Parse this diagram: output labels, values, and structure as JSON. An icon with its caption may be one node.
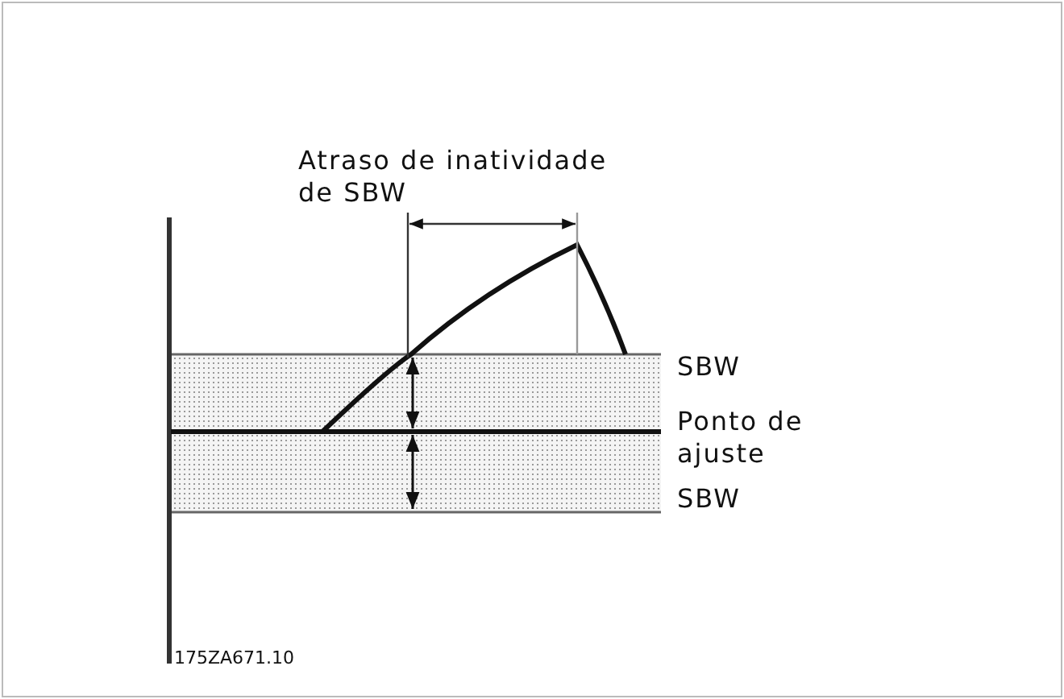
{
  "diagram": {
    "labels": [
      "Atraso de inatividade de SBW",
      "SBW",
      "Ponto de ajuste",
      "SBW",
      "175ZA671.10"
    ]
  }
}
